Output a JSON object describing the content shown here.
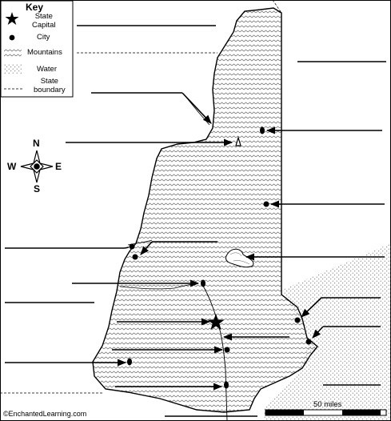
{
  "key": {
    "title": "Key",
    "items": [
      {
        "icon": "star-icon",
        "label_lines": [
          "State",
          "Capital"
        ]
      },
      {
        "icon": "dot-icon",
        "label_lines": [
          "City"
        ]
      },
      {
        "icon": "mountain-pattern-icon",
        "label_lines": [
          "Mountains"
        ]
      },
      {
        "icon": "water-pattern-icon",
        "label_lines": [
          "Water"
        ]
      },
      {
        "icon": "dashed-line-icon",
        "label_lines": [
          "State",
          "boundary"
        ]
      }
    ]
  },
  "compass": {
    "north": "N",
    "south": "S",
    "east": "E",
    "west": "W"
  },
  "scale": {
    "label": "50 miles"
  },
  "credit": "©EnchantedLearning.com",
  "colors": {
    "ink": "#000000",
    "background": "#ffffff",
    "pattern": "#555555"
  }
}
